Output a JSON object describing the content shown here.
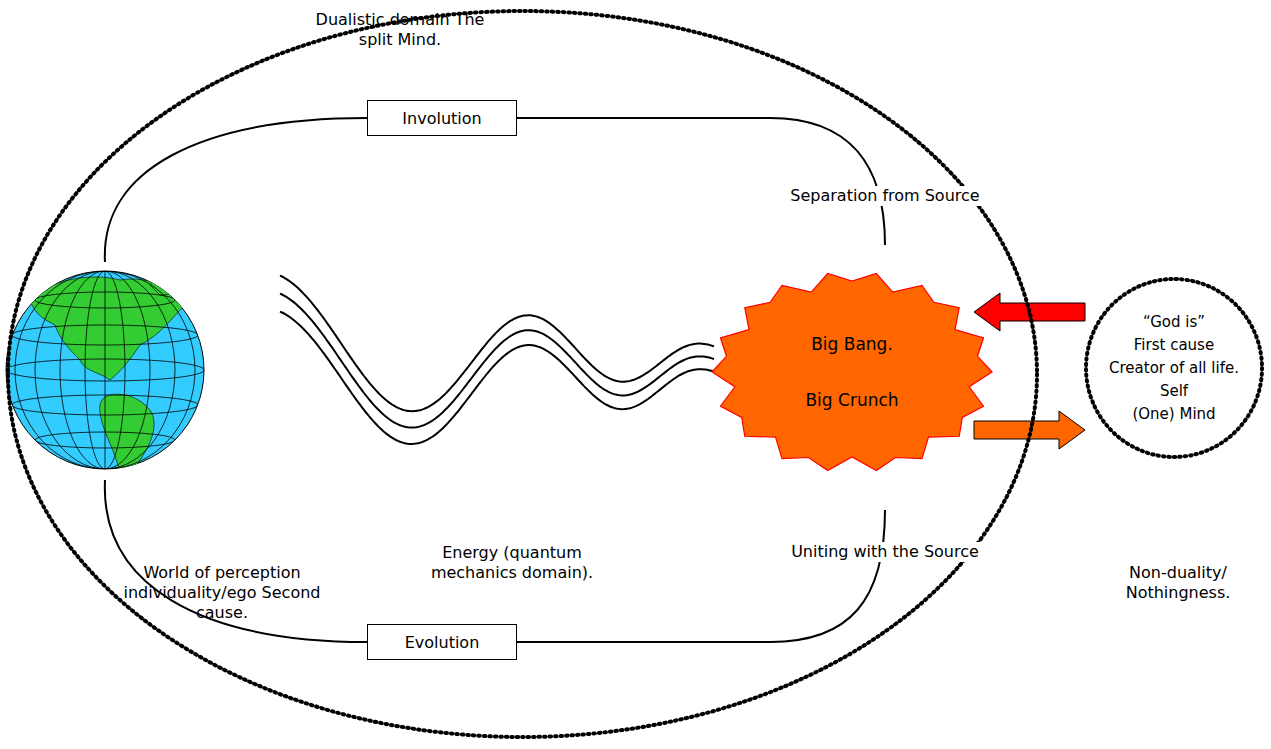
{
  "diagram": {
    "nodes": [
      {
        "text": [
          "Dualistic domain The split Mind."
        ]
      },
      {
        "text": [
          "Involution"
        ],
        "in": 0
      },
      {
        "text": [
          "Evolution"
        ],
        "in": 0
      },
      {
        "text": [
          "Big Bang.",
          "Big Crunch"
        ],
        "in": 0
      },
      {
        "text": [
          "“God is”",
          "First cause",
          "Creator of all life.",
          "Self",
          "(One) Mind"
        ]
      }
    ],
    "edges": [
      {
        "from": 4,
        "to": 3,
        "arrow": "to"
      },
      {
        "from": 3,
        "to": 4,
        "arrow": "to"
      }
    ],
    "labels": [
      "Separation from Source",
      "World of perception individuality/ego Second cause.",
      "Energy (quantum mechanics domain).",
      "Uniting with the Source",
      "Non-duality/ Nothingness."
    ]
  }
}
